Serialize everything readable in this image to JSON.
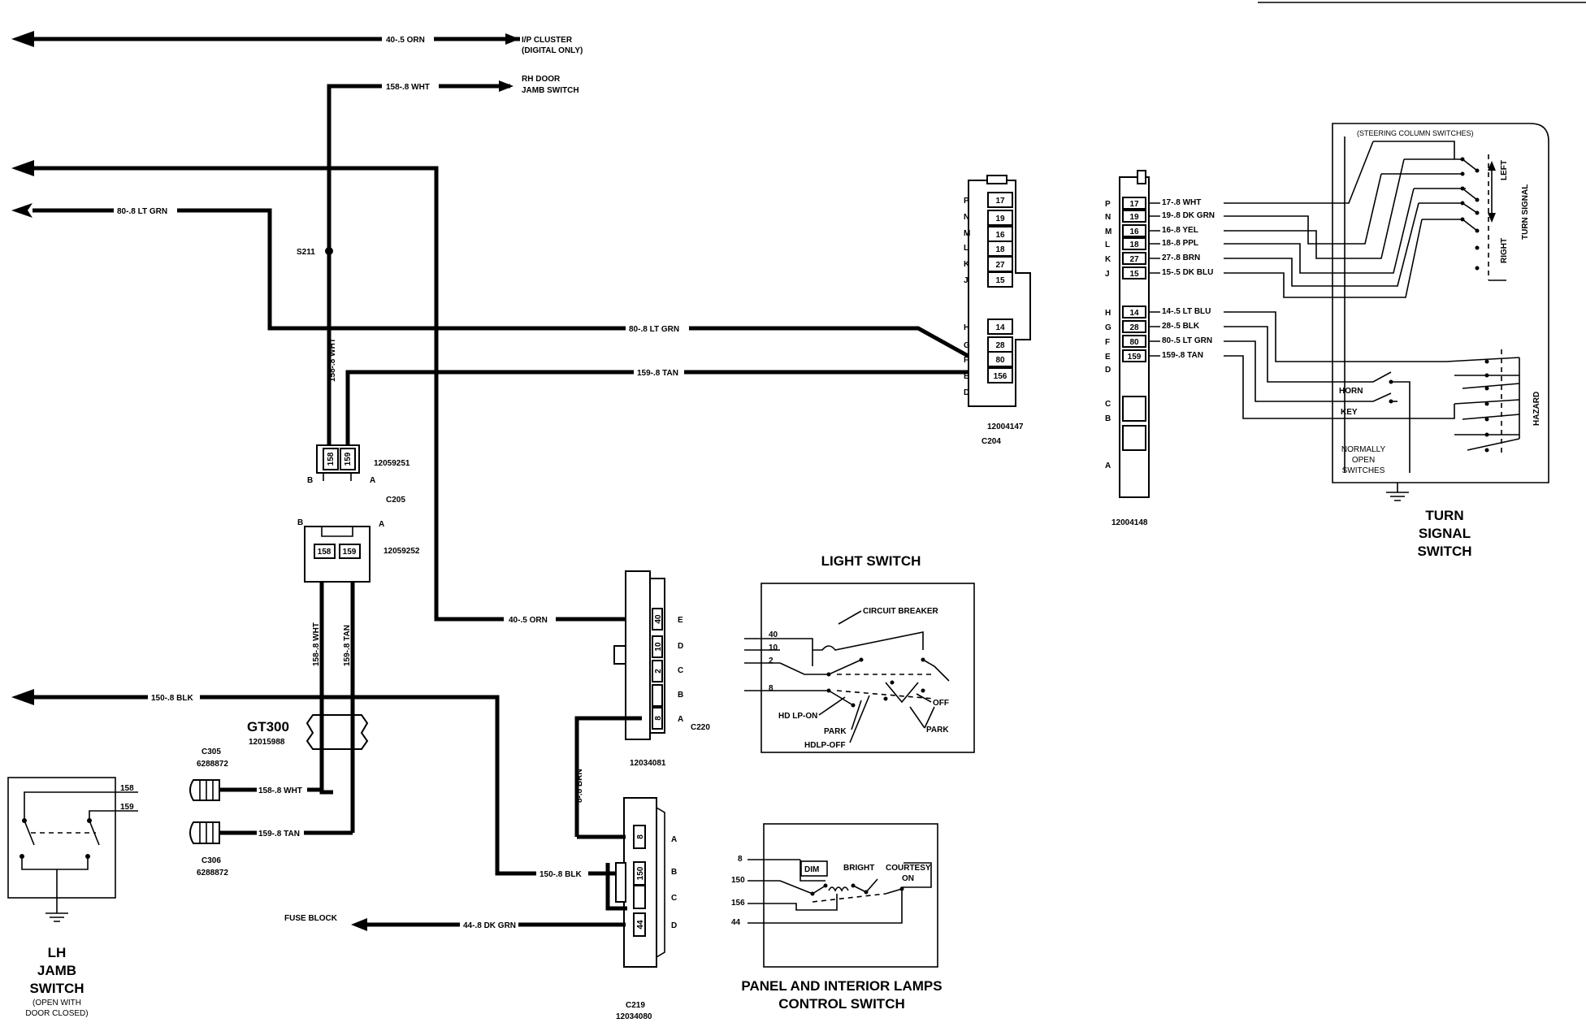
{
  "top_wires": {
    "w40_label": "40-.5 ORN",
    "ip_cluster_line1": "I/P CLUSTER",
    "ip_cluster_line2": "(DIGITAL ONLY)",
    "w158_label": "158-.8 WHT",
    "rh_door_line1": "RH DOOR",
    "rh_door_line2": "JAMB SWITCH",
    "w80_label": "80-.8 LT GRN",
    "s211": "S211",
    "w80_mid_label": "80-.8 LT GRN",
    "w159_mid_label": "159-.8 TAN",
    "vert_158_label": "158-.8 WHT"
  },
  "c205": {
    "pins": [
      "158",
      "159"
    ],
    "pin_letters": [
      "B",
      "A"
    ],
    "part": "12059251",
    "name": "C205",
    "mate_pins": [
      "158",
      "159"
    ],
    "mate_letters": [
      "B",
      "A"
    ],
    "mate_part": "12059252",
    "vert_wht": "158-.8 WHT",
    "vert_tan": "159-.8 TAN"
  },
  "c204": {
    "letters": [
      "P",
      "N",
      "M",
      "L",
      "K",
      "J",
      "H",
      "G",
      "F",
      "E",
      "D"
    ],
    "cells": [
      "17",
      "19",
      "16",
      "18",
      "27",
      "15",
      "14",
      "28",
      "80",
      "156"
    ],
    "part": "12004147",
    "name": "C204"
  },
  "c_right": {
    "letters": [
      "P",
      "N",
      "M",
      "L",
      "K",
      "J",
      "H",
      "G",
      "F",
      "E",
      "D",
      "C",
      "B",
      "A"
    ],
    "cells": [
      "17",
      "19",
      "16",
      "18",
      "27",
      "15",
      "14",
      "28",
      "80",
      "159"
    ],
    "wires": [
      "17-.8 WHT",
      "19-.8 DK GRN",
      "16-.8 YEL",
      "18-.8 PPL",
      "27-.8 BRN",
      "15-.5 DK BLU",
      "14-.5 LT BLU",
      "28-.5 BLK",
      "80-.5 LT GRN",
      "159-.8 TAN"
    ],
    "part": "12004148"
  },
  "turn_signal": {
    "box_label": "(STEERING COLUMN SWITCHES)",
    "left": "LEFT",
    "right": "RIGHT",
    "turn_signal_v": "TURN SIGNAL",
    "hazard": "HAZARD",
    "horn": "HORN",
    "key": "KEY",
    "normally_line1": "NORMALLY",
    "normally_line2": "OPEN",
    "normally_line3": "SWITCHES",
    "title_line1": "TURN",
    "title_line2": "SIGNAL",
    "title_line3": "SWITCH"
  },
  "c220": {
    "wire40": "40-.5 ORN",
    "cells": [
      "40",
      "10",
      "2",
      "",
      "8"
    ],
    "letters": [
      "E",
      "D",
      "C",
      "B",
      "A"
    ],
    "name": "C220",
    "part": "12034081"
  },
  "light_switch": {
    "title": "LIGHT SWITCH",
    "circuit_breaker": "CIRCUIT BREAKER",
    "pins": [
      "40",
      "10",
      "2",
      "8"
    ],
    "off": "OFF",
    "hdlp_on": "HD LP-ON",
    "park": "PARK",
    "park2": "PARK",
    "hdlp_off": "HDLP-OFF"
  },
  "gt300": {
    "wire150": "150-.8 BLK",
    "name": "GT300",
    "part": "12015988",
    "c305": "C305",
    "c305_part": "6288872",
    "w158": "158-.8 WHT",
    "w159": "159-.8 TAN",
    "c306": "C306",
    "c306_part": "6288872"
  },
  "lh_jamb": {
    "pin158": "158",
    "pin159": "159",
    "title_line1": "LH",
    "title_line2": "JAMB",
    "title_line3": "SWITCH",
    "note_line1": "(OPEN WITH",
    "note_line2": "DOOR CLOSED)"
  },
  "c219": {
    "vert_brn": "8-.8 BRN",
    "w150": "150-.8 BLK",
    "w44": "44-.8 DK GRN",
    "fuse_block": "FUSE BLOCK",
    "cells": [
      "8",
      "150",
      "",
      "44"
    ],
    "letters": [
      "A",
      "B",
      "C",
      "D"
    ],
    "name": "C219",
    "part": "12034080"
  },
  "panel_switch": {
    "pins": [
      "8",
      "150",
      "156",
      "44"
    ],
    "dim": "DIM",
    "bright": "BRIGHT",
    "courtesy_line1": "COURTESY",
    "courtesy_line2": "ON",
    "title_line1": "PANEL AND INTERIOR LAMPS",
    "title_line2": "CONTROL SWITCH"
  }
}
